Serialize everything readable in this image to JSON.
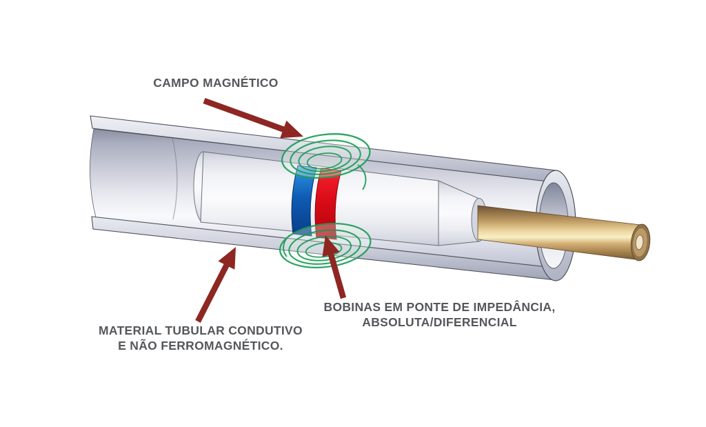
{
  "labels": {
    "campo_magnetico": "CAMPO MAGNÉTICO",
    "material_line1": "MATERIAL TUBULAR CONDUTIVO",
    "material_line2": "E NÃO FERROMAGNÉTICO.",
    "bobinas_line1": "BOBINAS EM PONTE DE IMPEDÂNCIA,",
    "bobinas_line2": "ABSOLUTA/DIFERENCIAL"
  },
  "colors": {
    "background": "#FFFFFF",
    "label_text": "#55575B",
    "arrow_red": "#8E2722",
    "coil_blue": "#1468BE",
    "coil_red": "#DD0D1B",
    "field_green": "#1E9D58",
    "tube_gray": "#CDD0DB",
    "probe_white": "#F4F5F8",
    "rod_brass": "#C49C63"
  }
}
